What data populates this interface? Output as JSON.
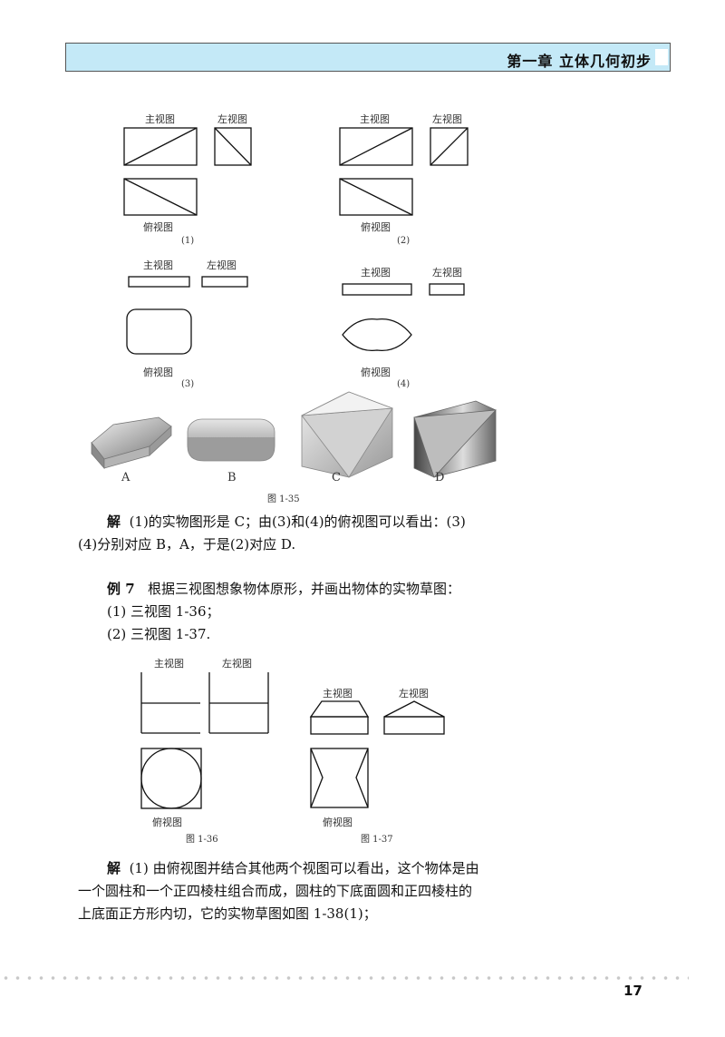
{
  "header": {
    "chapter_title": "第一章   立体几何初步"
  },
  "fig135": {
    "panel1": {
      "front": "主视图",
      "side": "左视图",
      "top": "俯视图",
      "num": "(1)"
    },
    "panel2": {
      "front": "主视图",
      "side": "左视图",
      "top": "俯视图",
      "num": "(2)"
    },
    "panel3": {
      "front": "主视图",
      "side": "左视图",
      "top": "俯视图",
      "num": "(3)"
    },
    "panel4": {
      "front": "主视图",
      "side": "左视图",
      "top": "俯视图",
      "num": "(4)"
    },
    "solids": [
      "A",
      "B",
      "C",
      "D"
    ],
    "caption": "图 1-35"
  },
  "solution6": {
    "lead": "解",
    "line1": "(1)的实物图形是 C；由(3)和(4)的俯视图可以看出：(3)",
    "line2": "(4)分别对应 B，A，于是(2)对应 D."
  },
  "example7": {
    "lead": "例 7",
    "line1": "根据三视图想象物体原形，并画出物体的实物草图：",
    "item1": "(1) 三视图 1-36；",
    "item2": "(2) 三视图 1-37."
  },
  "fig136": {
    "front": "主视图",
    "side": "左视图",
    "top": "俯视图",
    "caption": "图 1-36"
  },
  "fig137": {
    "front": "主视图",
    "side": "左视图",
    "top": "俯视图",
    "caption": "图 1-37"
  },
  "solution7": {
    "lead": "解",
    "line1": "(1) 由俯视图并结合其他两个视图可以看出，这个物体是由",
    "line2": "一个圆柱和一个正四棱柱组合而成，圆柱的下底面圆和正四棱柱的",
    "line3": "上底面正方形内切，它的实物草图如图 1-38(1)；"
  },
  "footer": {
    "page_number": "17"
  }
}
